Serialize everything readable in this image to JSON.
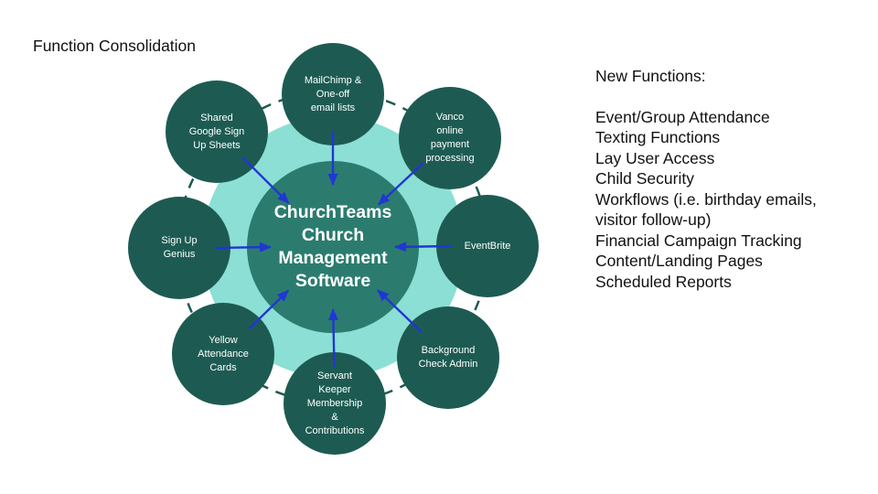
{
  "slide": {
    "title": "Function Consolidation"
  },
  "diagram": {
    "hub": {
      "label": "ChurchTeams\nChurch\nManagement\nSoftware"
    },
    "satellites": [
      {
        "id": "mailchimp",
        "label": "MailChimp &\nOne-off\nemail lists"
      },
      {
        "id": "shared-google",
        "label": "Shared\nGoogle Sign\nUp Sheets"
      },
      {
        "id": "vanco",
        "label": "Vanco\nonline\npayment\nprocessing"
      },
      {
        "id": "signup-genius",
        "label": "Sign Up\nGenius"
      },
      {
        "id": "eventbrite",
        "label": "EventBrite"
      },
      {
        "id": "yellow-cards",
        "label": "Yellow\nAttendance\nCards"
      },
      {
        "id": "background-check",
        "label": "Background\nCheck Admin"
      },
      {
        "id": "servant-keeper",
        "label": "Servant\nKeeper\nMembership\n&\nContributions"
      }
    ],
    "colors": {
      "hub_fill": "#2B7C6F",
      "satellite_fill": "#1D5B52",
      "halo_fill": "#8CDFD4",
      "ring_stroke": "#1E5A50",
      "arrow": "#2136D4",
      "circle_text": "#FFFFFF",
      "body_text": "#111111"
    }
  },
  "panel": {
    "heading": "New Functions:",
    "items": [
      "Event/Group Attendance",
      "Texting Functions",
      "Lay User Access",
      "Child Security",
      "Workflows (i.e. birthday emails, visitor follow-up)",
      "Financial Campaign Tracking",
      "Content/Landing Pages",
      "Scheduled Reports"
    ]
  }
}
